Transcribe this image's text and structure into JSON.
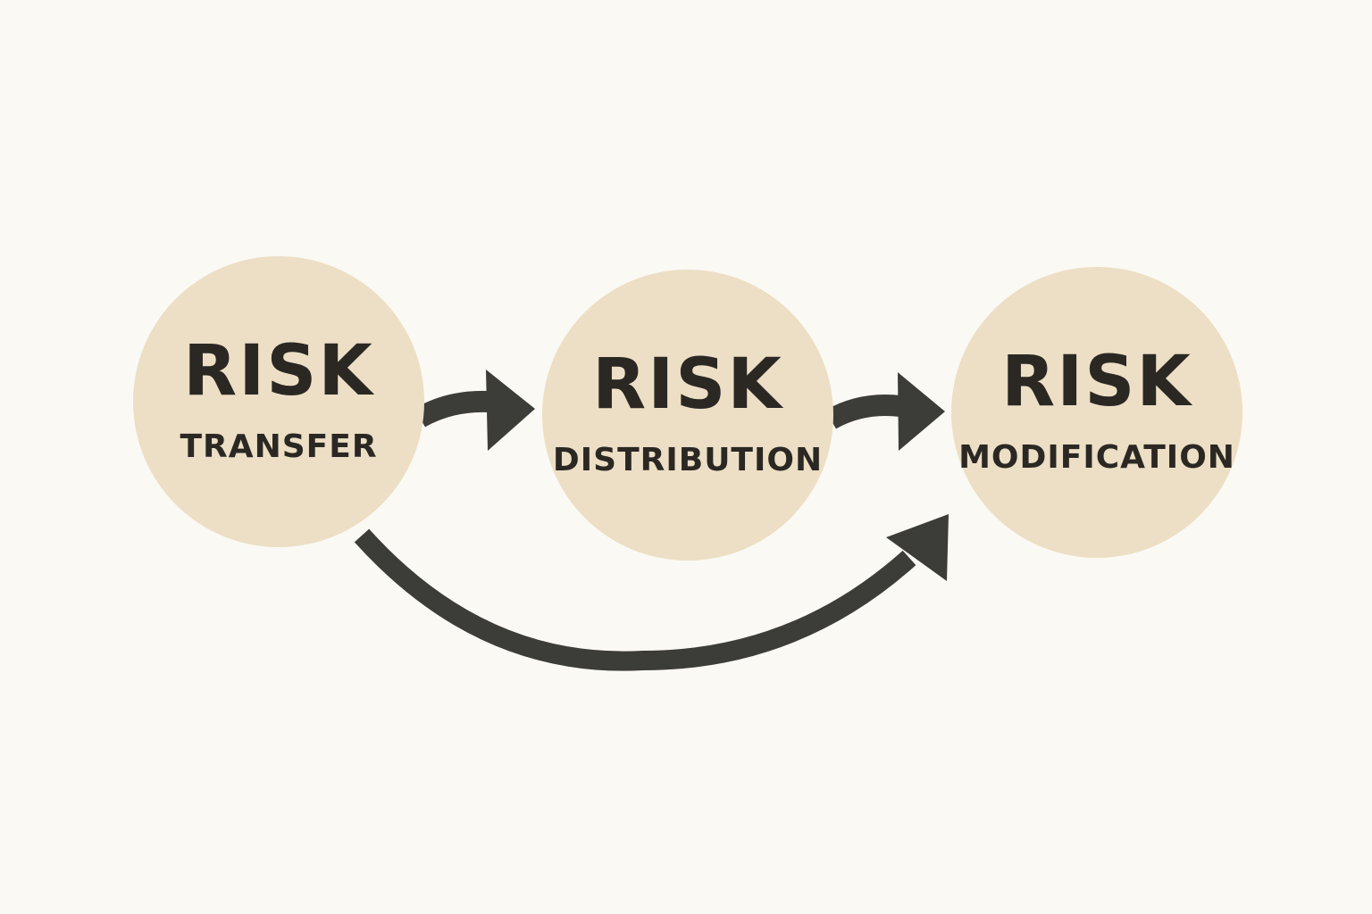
{
  "colors": {
    "background": "#fbf9f4",
    "circle_fill": "#ecdfc5",
    "text": "#2b2824",
    "arrow": "#3c3c38"
  },
  "nodes": [
    {
      "title": "RISK",
      "subtitle": "TRANSFER"
    },
    {
      "title": "RISK",
      "subtitle": "DISTRIBUTION"
    },
    {
      "title": "RISK",
      "subtitle": "MODIFICATION"
    }
  ],
  "edges": [
    {
      "from": "TRANSFER",
      "to": "DISTRIBUTION"
    },
    {
      "from": "DISTRIBUTION",
      "to": "MODIFICATION"
    },
    {
      "from": "TRANSFER",
      "to": "MODIFICATION"
    }
  ]
}
